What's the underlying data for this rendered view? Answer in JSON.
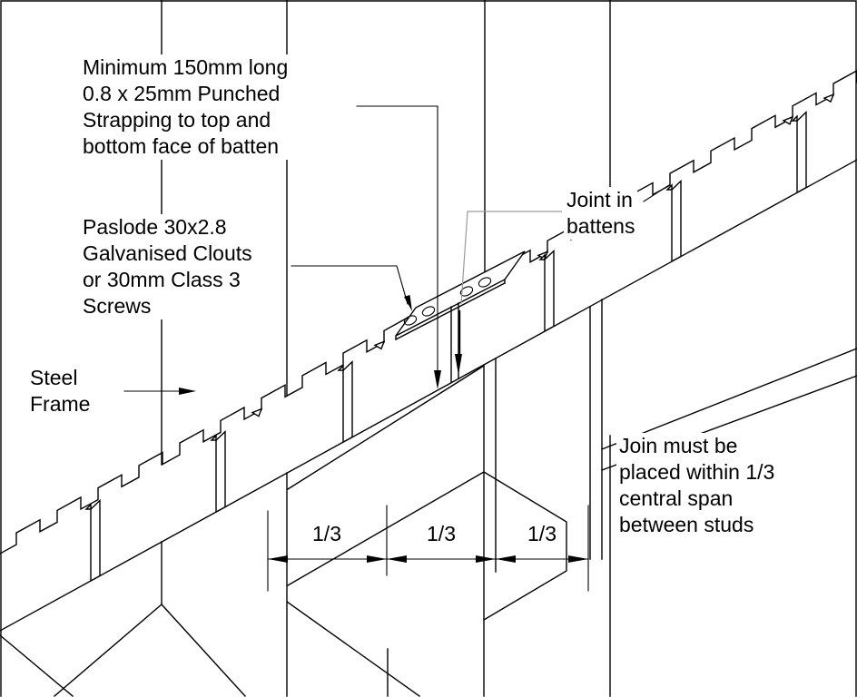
{
  "drawing": {
    "type": "construction-detail",
    "subject": "Batten joint strapping over steel frame",
    "colors": {
      "background": "#ffffff",
      "line": "#000000",
      "gray_leader": "#9a9a9a"
    },
    "notes": {
      "strapping": {
        "lines": [
          "Minimum 150mm long",
          "0.8 x 25mm Punched",
          "Strapping to top and",
          "bottom face of batten"
        ]
      },
      "fasteners": {
        "lines": [
          "Paslode 30x2.8",
          "Galvanised Clouts",
          "or 30mm Class 3",
          "Screws"
        ]
      },
      "steel_frame": {
        "lines": [
          "Steel",
          "Frame"
        ]
      },
      "joint": {
        "lines": [
          "Joint in",
          "battens"
        ]
      },
      "join_rule": {
        "lines": [
          "Join must be",
          "placed within 1/3",
          "central span",
          "between studs"
        ]
      }
    },
    "dimensions": {
      "labels": [
        "1/3",
        "1/3",
        "1/3"
      ]
    },
    "icons": [
      "down-arrow-icon",
      "right-arrow-icon",
      "dimension-arrow-icon"
    ]
  }
}
